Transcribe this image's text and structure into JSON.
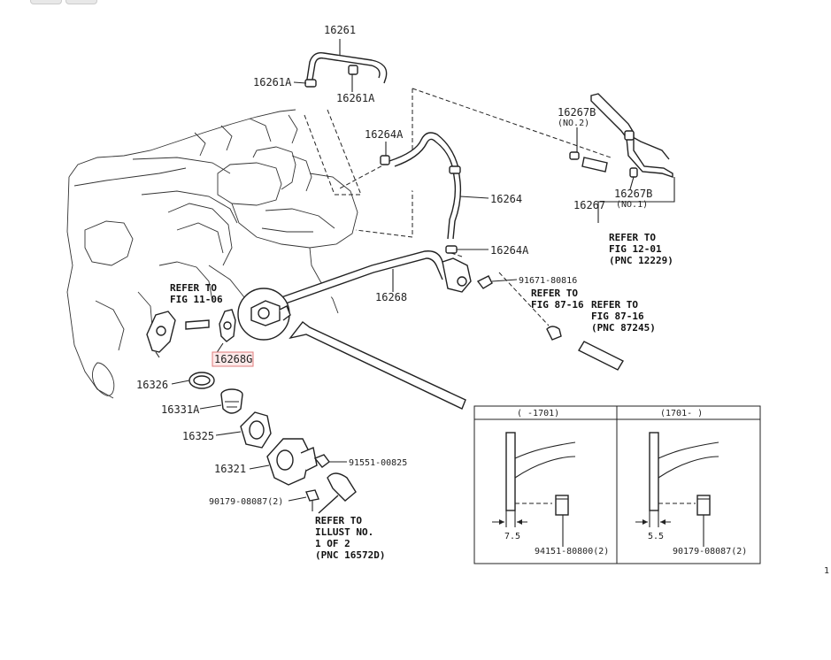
{
  "parts": {
    "p16261": "16261",
    "p16261A_left": "16261A",
    "p16261A_right": "16261A",
    "p16264A_top": "16264A",
    "p16264": "16264",
    "p16264A_bottom": "16264A",
    "p16267B_no2": "16267B",
    "p16267B_no2_sub": "(NO.2)",
    "p16267B_no1": "16267B",
    "p16267B_no1_sub": "(NO.1)",
    "p16267": "16267",
    "p16268": "16268",
    "p16268G": "16268G",
    "p16326": "16326",
    "p16331A": "16331A",
    "p16325": "16325",
    "p16321": "16321",
    "p91671": "91671-80816",
    "p91551": "91551-00825",
    "p90179_main": "90179-08087(2)",
    "p94151": "94151-80800(2)",
    "p90179_detail": "90179-08087(2)"
  },
  "refs": {
    "fig1201_l1": "REFER TO",
    "fig1201_l2": "FIG 12-01",
    "fig1201_l3": "(PNC 12229)",
    "fig1106_l1": "REFER TO",
    "fig1106_l2": "FIG 11-06",
    "fig8716a_l1": "REFER TO",
    "fig8716a_l2": "FIG 87-16",
    "fig8716b_l1": "REFER TO",
    "fig8716b_l2": "FIG 87-16",
    "fig8716b_l3": "(PNC 87245)",
    "illust_l1": "REFER TO",
    "illust_l2": "ILLUST NO.",
    "illust_l3": "1 OF 2",
    "illust_l4": "(PNC 16572D)"
  },
  "detail": {
    "left_header": "(   -1701)",
    "right_header": "(1701-   )",
    "left_dim": "7.5",
    "right_dim": "5.5"
  },
  "page_number": "1",
  "colors": {
    "line": "#222222",
    "highlight_fill": "#fde9e9",
    "highlight_border": "#e07c7c"
  }
}
